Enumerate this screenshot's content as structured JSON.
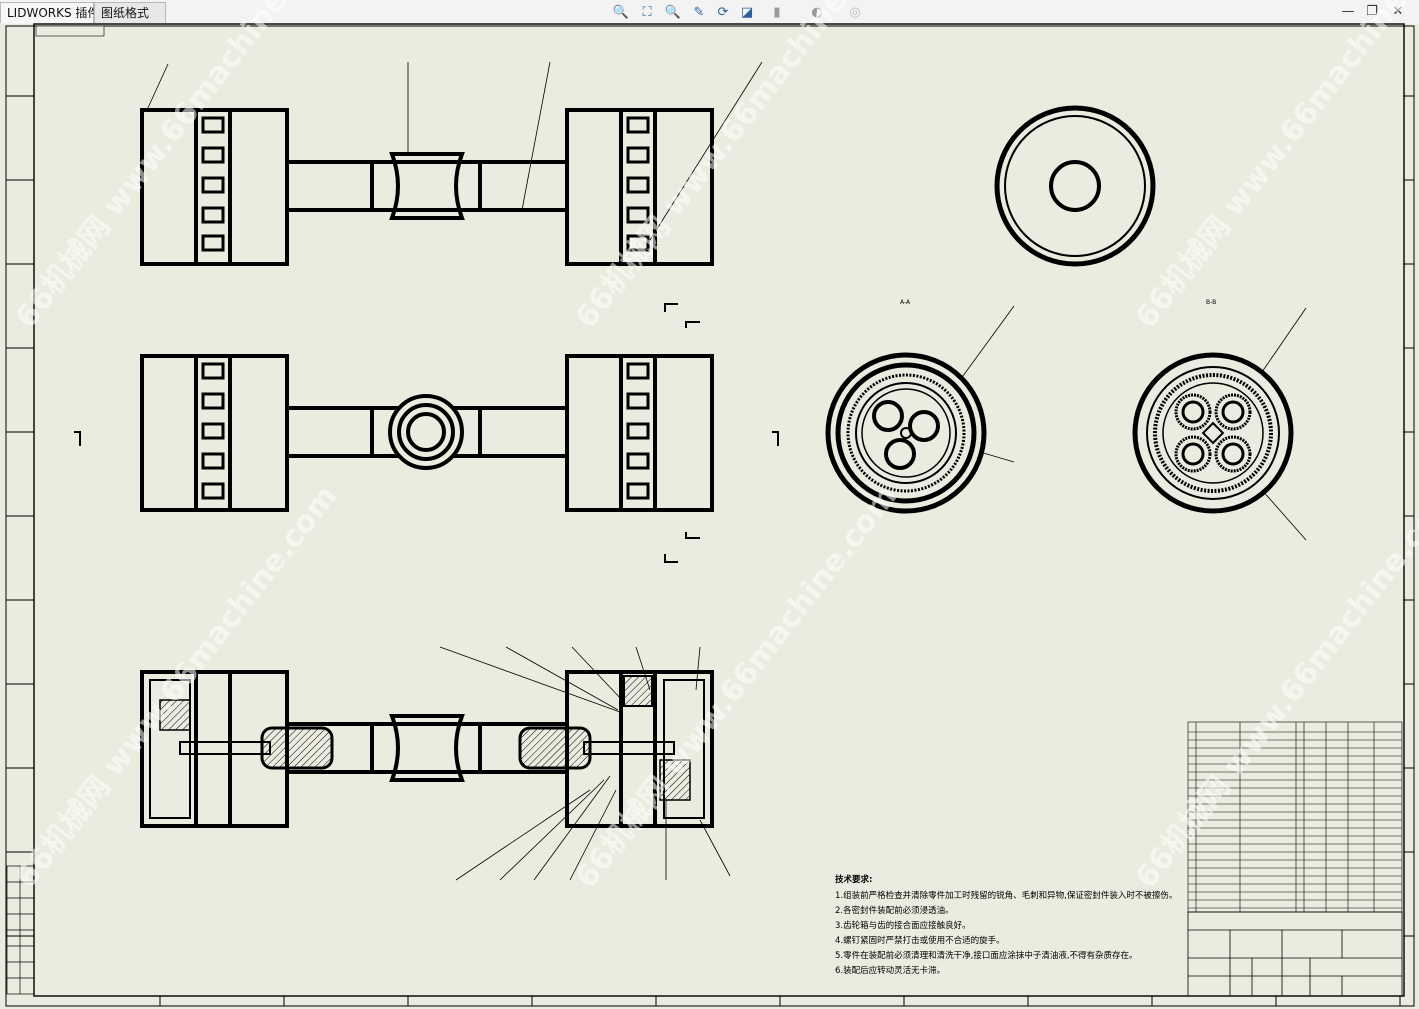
{
  "tabs": [
    {
      "label": "LIDWORKS 插件"
    },
    {
      "label": "图纸格式"
    }
  ],
  "view_tools": [
    {
      "icon": "zoom-fit-icon",
      "glyph": "🔍"
    },
    {
      "icon": "zoom-area-icon",
      "glyph": "⛶"
    },
    {
      "icon": "zoom-previous-icon",
      "glyph": "🔍"
    },
    {
      "icon": "sketch-pen-icon",
      "glyph": "✎"
    },
    {
      "icon": "rotate-view-icon",
      "glyph": "⟳"
    },
    {
      "icon": "display-style-icon",
      "glyph": "◪"
    },
    {
      "icon": "hide-show-icon",
      "glyph": "▮"
    },
    {
      "icon": "edit-appearance-icon",
      "glyph": "◐"
    },
    {
      "icon": "apply-scene-icon",
      "glyph": "◎"
    }
  ],
  "window_controls": [
    {
      "icon": "minimize-icon",
      "glyph": "—"
    },
    {
      "icon": "restore-icon",
      "glyph": "❐"
    },
    {
      "icon": "close-icon",
      "glyph": "✕"
    }
  ],
  "drawing": {
    "sheet_tab_label": "",
    "technical_requirements_title": "技术要求:",
    "technical_requirements": [
      "1.组装前严格检查并清除零件加工时残留的锐角、毛刺和异物,保证密封件装入时不被擦伤。",
      "2.各密封件装配前必须浸透油。",
      "3.齿轮箱与齿的接合面应接触良好。",
      "4.螺钉紧固时严禁打击或使用不合适的旋手。",
      "5.零件在装配前必须清理和清洗干净,接口面应涂抹中子清油液,不得有杂质存在。",
      "6.装配后应转动灵活无卡滞。"
    ],
    "watermark": "66机械网 www.66machine.com"
  },
  "colors": {
    "sheet_bg": "#ecebdf",
    "line": "#000000",
    "toolbar_icon": "#2f5f9f",
    "watermark": "#ffffff"
  }
}
